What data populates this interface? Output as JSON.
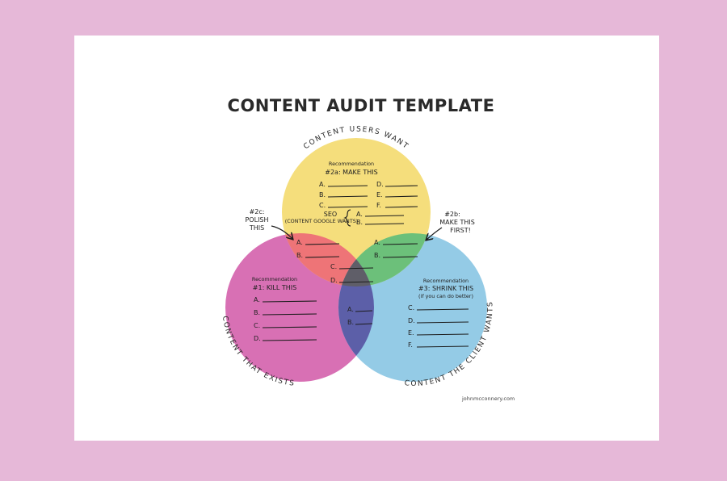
{
  "title": "CONTENT AUDIT TEMPLATE",
  "circles": {
    "top": {
      "label": "CONTENT USERS WANT",
      "heading_line1": "Recommendation",
      "heading_line2": "#2a: MAKE THIS",
      "color": "#f5de7c"
    },
    "left": {
      "label": "CONTENT THAT EXISTS",
      "heading_line1": "Recommendation",
      "heading_line2": "#1: KILL THIS",
      "color": "#d870b4"
    },
    "right": {
      "label": "CONTENT THE CLIENT WANTS",
      "heading_line1": "Recommendation",
      "heading_line2": "#3: SHRINK THIS",
      "heading_line3": "(if you can do better)",
      "color": "#94cbe6"
    }
  },
  "overlap_colors": {
    "top_left": "#ee7477",
    "top_right": "#6cc07a",
    "left_right": "#5c5fa8",
    "center": "#5f5e68"
  },
  "seo": {
    "label": "SEO",
    "sublabel": "(CONTENT GOOGLE WANTS)"
  },
  "annotations": {
    "left": {
      "line1": "#2c:",
      "line2": "POLISH",
      "line3": "THIS"
    },
    "right": {
      "line1": "#2b:",
      "line2": "MAKE THIS",
      "line3": "FIRST!"
    }
  },
  "letters": {
    "top_col1": [
      "A.",
      "B.",
      "C."
    ],
    "top_col2": [
      "D.",
      "E.",
      "F."
    ],
    "seo": [
      "A.",
      "B."
    ],
    "top_left": [
      "A.",
      "B."
    ],
    "top_right": [
      "A.",
      "B."
    ],
    "center": [
      "C.",
      "D."
    ],
    "left": [
      "A.",
      "B.",
      "C.",
      "D."
    ],
    "left_right": [
      "A.",
      "B."
    ],
    "right": [
      "C.",
      "D.",
      "E.",
      "F."
    ]
  },
  "credit": "johnmcconnery.com"
}
